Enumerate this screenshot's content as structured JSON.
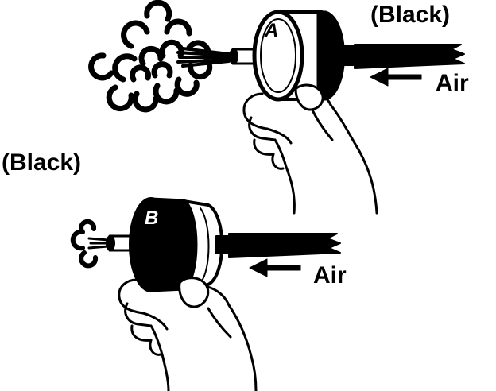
{
  "colors": {
    "ink": "#000000",
    "paper": "#ffffff"
  },
  "top_assembly": {
    "port_letter": "A",
    "color_label": "(Black)",
    "air_label": "Air",
    "exhaust": "large puff"
  },
  "bottom_assembly": {
    "port_letter": "B",
    "color_label": "(Black)",
    "air_label": "Air",
    "exhaust": "small puff"
  }
}
